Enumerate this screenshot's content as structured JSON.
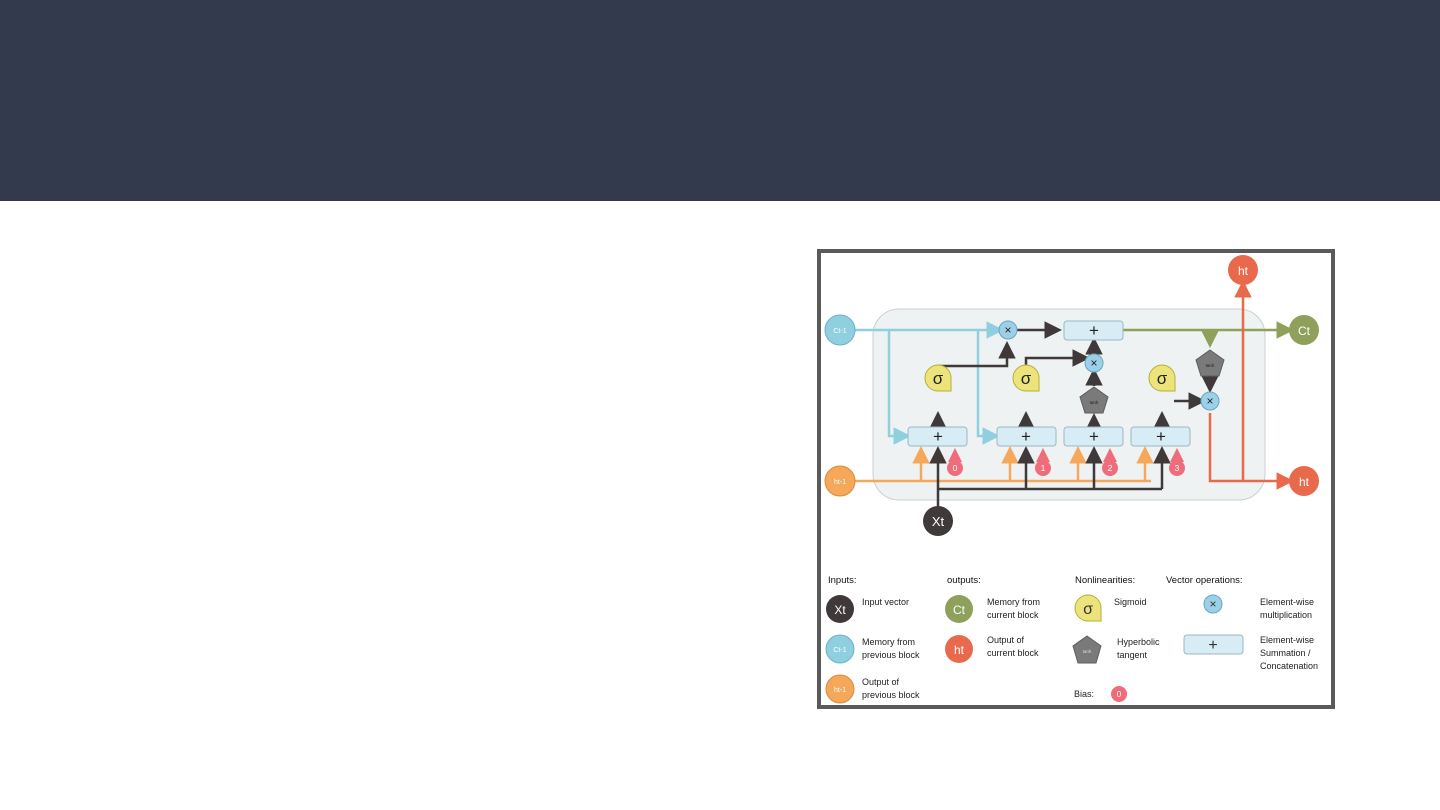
{
  "slide": {
    "title": ""
  },
  "diagram": {
    "nodes": {
      "ct_prev": "Ct-1",
      "ht_prev": "ht-1",
      "xt": "Xt",
      "ct": "Ct",
      "ht_right": "ht",
      "ht_top": "ht"
    },
    "ops": {
      "plus": "+",
      "times": "×",
      "sigma": "σ",
      "tanh": "tanh"
    },
    "biases": [
      "0",
      "1",
      "2",
      "3"
    ],
    "legend": {
      "inputs_heading": "Inputs:",
      "outputs_heading": "outputs:",
      "nonlin_heading": "Nonlinearities:",
      "vecops_heading": "Vector operations:",
      "input_vector_1": "Input vector",
      "mem_prev_1": "Memory from",
      "mem_prev_2": "previous block",
      "out_prev_1": "Output of",
      "out_prev_2": "previous block",
      "mem_cur_1": "Memory from",
      "mem_cur_2": "current block",
      "out_cur_1": "Output of",
      "out_cur_2": "current block",
      "sigmoid": "Sigmoid",
      "hyper_1": "Hyperbolic",
      "hyper_2": "tangent",
      "mult_1": "Element-wise",
      "mult_2": "multiplication",
      "sum_1": "Element-wise",
      "sum_2": "Summation /",
      "sum_3": "Concatenation",
      "bias_label": "Bias:",
      "bias_value": "0"
    },
    "colors": {
      "memory": "#8ecfe0",
      "output_prev": "#f5a85a",
      "input": "#3f3a39",
      "cell_out": "#8ea05a",
      "hidden_out": "#e8694c",
      "sigmoid": "#ece47a",
      "tanh": "#7a7a7a",
      "op_box": "#d7ecf4",
      "bias": "#ef6d7a"
    }
  }
}
